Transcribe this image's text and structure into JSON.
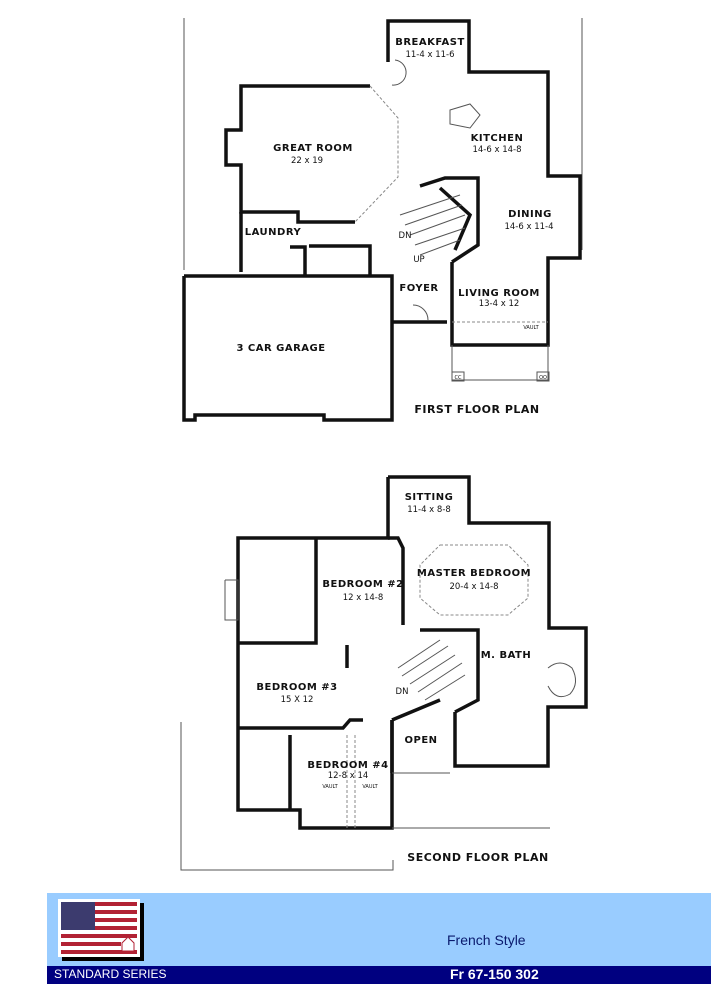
{
  "first_floor": {
    "title": "FIRST FLOOR PLAN",
    "rooms": [
      {
        "name": "BREAKFAST",
        "dims": "11-4 x 11-6"
      },
      {
        "name": "KITCHEN",
        "dims": "14-6 x 14-8"
      },
      {
        "name": "GREAT ROOM",
        "dims": "22 x 19"
      },
      {
        "name": "DINING",
        "dims": "14-6 x 11-4"
      },
      {
        "name": "LIVING ROOM",
        "dims": "13-4 x 12"
      },
      {
        "name": "LAUNDRY"
      },
      {
        "name": "FOYER"
      },
      {
        "name": "3 CAR GARAGE"
      }
    ],
    "stairs_dn": "DN",
    "stairs_up": "UP",
    "vault": "VAULT",
    "column_labels": [
      "CC",
      "OO"
    ]
  },
  "second_floor": {
    "title": "SECOND FLOOR PLAN",
    "rooms": [
      {
        "name": "SITTING",
        "dims": "11-4 x 8-8"
      },
      {
        "name": "MASTER BEDROOM",
        "dims": "20-4 x 14-8"
      },
      {
        "name": "BEDROOM #2",
        "dims": "12 x 14-8"
      },
      {
        "name": "M. BATH"
      },
      {
        "name": "BEDROOM #3",
        "dims": "15 X 12"
      },
      {
        "name": "OPEN"
      },
      {
        "name": "BEDROOM #4",
        "dims": "12-8 x 14"
      }
    ],
    "stairs_dn": "DN",
    "vault": "VAULT"
  },
  "footer": {
    "style": "French Style",
    "series": "STANDARD SERIES",
    "plan_code": "Fr 67-150 302",
    "colors": {
      "banner": "#99ccff",
      "bar": "#000080",
      "flag_red": "#b22234",
      "flag_blue": "#3c3b6e"
    }
  }
}
